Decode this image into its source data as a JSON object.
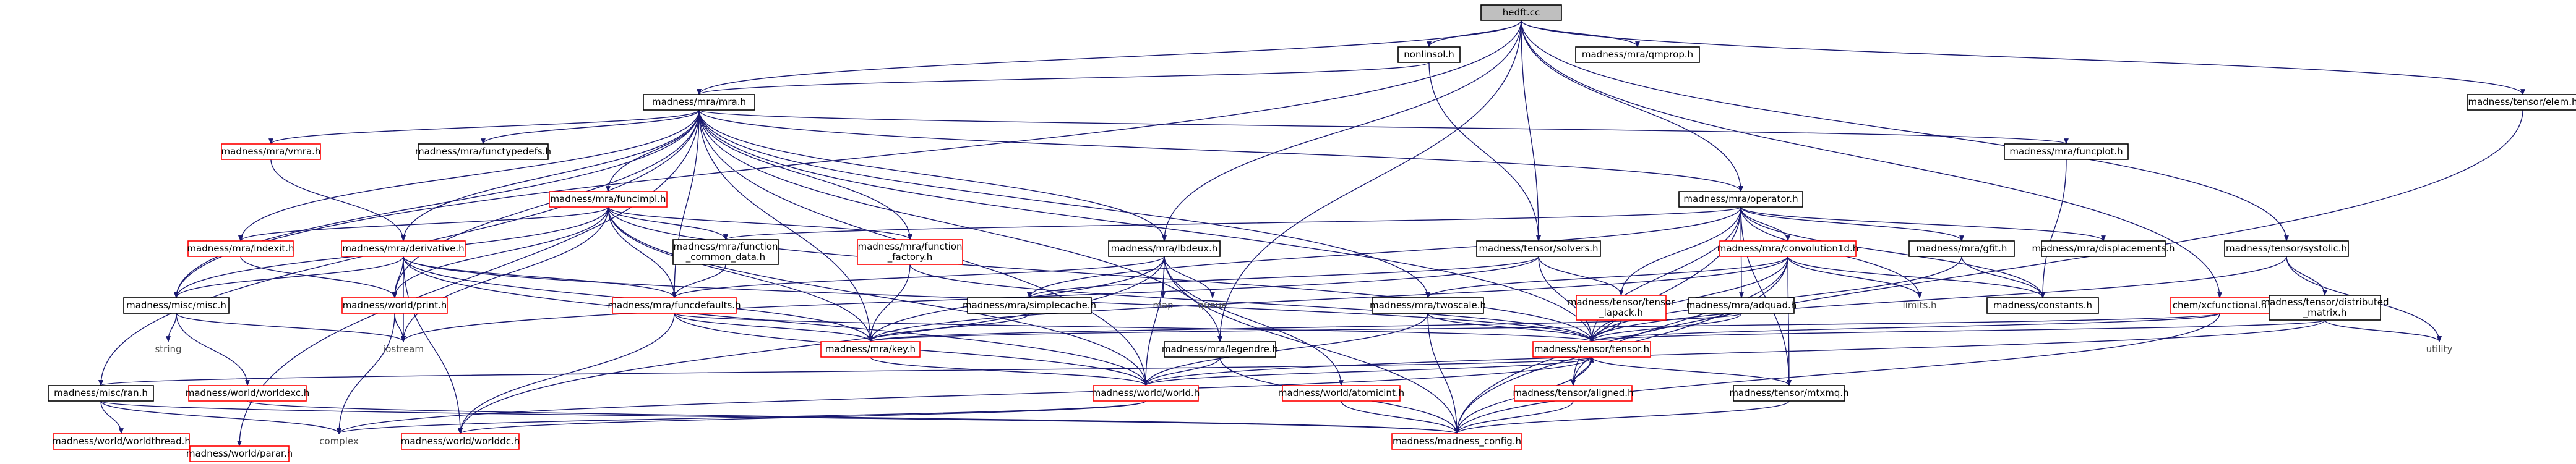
{
  "nodes": {
    "root": {
      "lines": [
        "hedft.cc"
      ]
    },
    "nonlinsol": {
      "lines": [
        "nonlinsol.h"
      ]
    },
    "qmprop": {
      "lines": [
        "madness/mra/qmprop.h"
      ]
    },
    "elem": {
      "lines": [
        "madness/tensor/elem.h"
      ]
    },
    "mra": {
      "lines": [
        "madness/mra/mra.h"
      ]
    },
    "operator": {
      "lines": [
        "madness/mra/operator.h"
      ]
    },
    "funcplot": {
      "lines": [
        "madness/mra/funcplot.h"
      ]
    },
    "vmra": {
      "lines": [
        "madness/mra/vmra.h"
      ]
    },
    "functypedefs": {
      "lines": [
        "madness/mra/functypedefs.h"
      ]
    },
    "funcimpl": {
      "lines": [
        "madness/mra/funcimpl.h"
      ]
    },
    "indexit": {
      "lines": [
        "madness/mra/indexit.h"
      ]
    },
    "derivative": {
      "lines": [
        "madness/mra/derivative.h"
      ]
    },
    "function_common_data": {
      "lines": [
        "madness/mra/function",
        "_common_data.h"
      ]
    },
    "function_factory": {
      "lines": [
        "madness/mra/function",
        "_factory.h"
      ]
    },
    "lbdeux": {
      "lines": [
        "madness/mra/lbdeux.h"
      ]
    },
    "solvers": {
      "lines": [
        "madness/tensor/solvers.h"
      ]
    },
    "convolution1d": {
      "lines": [
        "madness/mra/convolution1d.h"
      ]
    },
    "gfit": {
      "lines": [
        "madness/mra/gfit.h"
      ]
    },
    "displacements": {
      "lines": [
        "madness/mra/displacements.h"
      ]
    },
    "systolic": {
      "lines": [
        "madness/tensor/systolic.h"
      ]
    },
    "misc": {
      "lines": [
        "madness/misc/misc.h"
      ]
    },
    "print": {
      "lines": [
        "madness/world/print.h"
      ]
    },
    "funcdefaults": {
      "lines": [
        "madness/mra/funcdefaults.h"
      ]
    },
    "simplecache": {
      "lines": [
        "madness/mra/simplecache.h"
      ]
    },
    "map": {
      "lines": [
        "map"
      ]
    },
    "queue": {
      "lines": [
        "queue"
      ]
    },
    "twoscale": {
      "lines": [
        "madness/mra/twoscale.h"
      ]
    },
    "tensor_lapack": {
      "lines": [
        "madness/tensor/tensor",
        "_lapack.h"
      ]
    },
    "adquad": {
      "lines": [
        "madness/mra/adquad.h"
      ]
    },
    "limits": {
      "lines": [
        "limits.h"
      ]
    },
    "constants": {
      "lines": [
        "madness/constants.h"
      ]
    },
    "xcfunctional": {
      "lines": [
        "chem/xcfunctional.h"
      ]
    },
    "distributed_matrix": {
      "lines": [
        "madness/tensor/distributed",
        "_matrix.h"
      ]
    },
    "string": {
      "lines": [
        "string"
      ]
    },
    "iostream": {
      "lines": [
        "iostream"
      ]
    },
    "key": {
      "lines": [
        "madness/mra/key.h"
      ]
    },
    "legendre": {
      "lines": [
        "madness/mra/legendre.h"
      ]
    },
    "tensor": {
      "lines": [
        "madness/tensor/tensor.h"
      ]
    },
    "utility": {
      "lines": [
        "utility"
      ]
    },
    "ran": {
      "lines": [
        "madness/misc/ran.h"
      ]
    },
    "worldexc": {
      "lines": [
        "madness/world/worldexc.h"
      ]
    },
    "world": {
      "lines": [
        "madness/world/world.h"
      ]
    },
    "atomicint": {
      "lines": [
        "madness/world/atomicint.h"
      ]
    },
    "aligned": {
      "lines": [
        "madness/tensor/aligned.h"
      ]
    },
    "mtxmq": {
      "lines": [
        "madness/tensor/mtxmq.h"
      ]
    },
    "worldthread": {
      "lines": [
        "madness/world/worldthread.h"
      ]
    },
    "complex": {
      "lines": [
        "complex"
      ]
    },
    "worlddc": {
      "lines": [
        "madness/world/worlddc.h"
      ]
    },
    "madness_config": {
      "lines": [
        "madness/madness_config.h"
      ]
    },
    "parar": {
      "lines": [
        "madness/world/parar.h"
      ]
    }
  },
  "colors": {
    "edge": "#191970",
    "highlight_border": "#ff0000",
    "root_fill": "#bfbfbf"
  }
}
